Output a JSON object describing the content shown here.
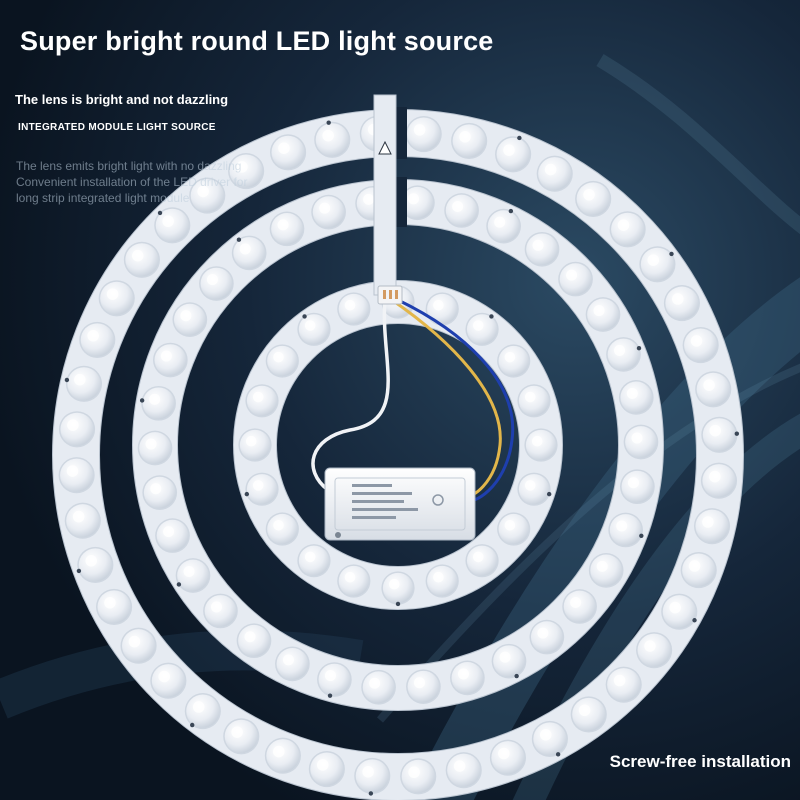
{
  "headline": "Super bright round LED light source",
  "subhead": "The lens is bright and not dazzling",
  "caption_caps": "INTEGRATED MODULE LIGHT SOURCE",
  "description_lines": [
    "The lens emits bright light with no dazzling",
    "Convenient installation of the LED driver for",
    "long strip integrated light module"
  ],
  "footer": "Screw-free installation",
  "colors": {
    "background": "#0f1b2b",
    "board": "#e6ebf2",
    "lens": "#f4f6fa",
    "wire_blue": "#1e3fae",
    "wire_yellow": "#e2b64a"
  },
  "icons": [
    "led-ring-large",
    "led-ring-medium",
    "led-ring-small",
    "led-driver-box"
  ]
}
